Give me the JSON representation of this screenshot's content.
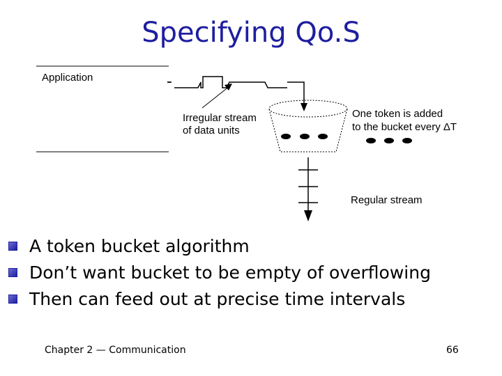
{
  "title": "Specifying Qo.S",
  "diagram": {
    "application_label": "Application",
    "irregular_label": [
      "Irregular stream",
      "of data units"
    ],
    "token_label_line1": "One token is added",
    "token_label_line2_prefix": "to the bucket every ",
    "token_label_line2_symbol": "ΔT",
    "regular_label": "Regular stream"
  },
  "bullets": [
    "A token bucket algorithm",
    "Don’t want bucket to be empty of overflowing",
    "Then can feed out at precise time intervals"
  ],
  "footer": {
    "chapter": "Chapter 2 — Communication",
    "page_number": "66"
  },
  "colors": {
    "title": "#1e1ea0",
    "bullet": "#1e1ea0"
  }
}
